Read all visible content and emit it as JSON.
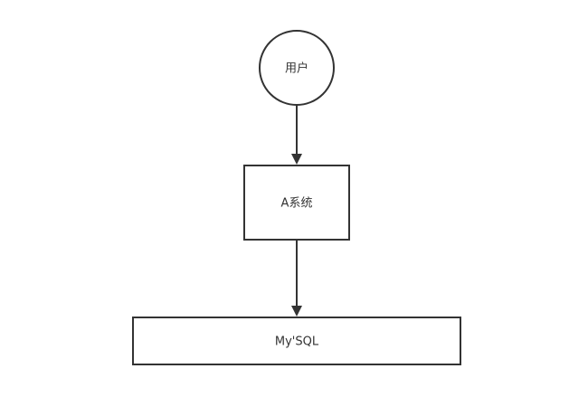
{
  "diagram": {
    "nodes": {
      "user": {
        "label": "用户",
        "shape": "circle"
      },
      "system_a": {
        "label": "A系统",
        "shape": "rectangle"
      },
      "database": {
        "label": "My'SQL",
        "shape": "rectangle"
      }
    },
    "edges": [
      {
        "from": "user",
        "to": "system_a"
      },
      {
        "from": "system_a",
        "to": "database"
      }
    ],
    "colors": {
      "stroke": "#333333",
      "fill": "#ffffff",
      "text": "#333333"
    }
  }
}
